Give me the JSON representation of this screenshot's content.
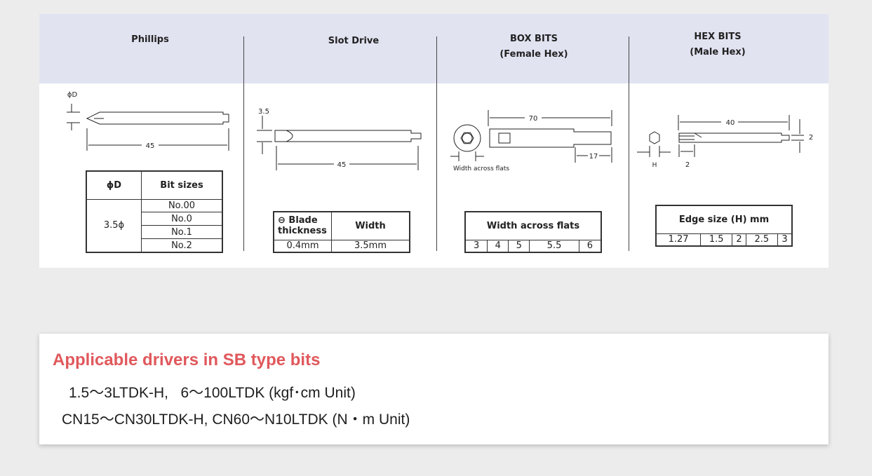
{
  "columns": {
    "phillips": {
      "title": "Phillips",
      "dim_diameter": "ϕD",
      "dim_length": "45",
      "table": {
        "header_diameter": "ϕD",
        "header_sizes": "Bit sizes",
        "diameter_value": "3.5ϕ",
        "sizes": [
          "No.00",
          "No.0",
          "No.1",
          "No.2"
        ]
      }
    },
    "slot": {
      "title": "Slot Drive",
      "dim_height": "3.5",
      "dim_length": "45",
      "table": {
        "header_blade_1": "⊖ Blade",
        "header_blade_2": "thickness",
        "header_width": "Width",
        "blade_value": "0.4mm",
        "width_value": "3.5mm"
      }
    },
    "box": {
      "title_line1": "BOX BITS",
      "title_line2": "(Female Hex)",
      "dim_length": "70",
      "dim_tip": "17",
      "caption": "Width across flats",
      "table": {
        "header": "Width across flats",
        "values": [
          "3",
          "4",
          "5",
          "5.5",
          "6"
        ]
      }
    },
    "hex": {
      "title_line1": "HEX BITS",
      "title_line2": "(Male Hex)",
      "dim_length": "40",
      "dim_right": "2",
      "dim_h": "H",
      "dim_bottom": "2",
      "table": {
        "header": "Edge size (H) mm",
        "values": [
          "1.27",
          "1.5",
          "2",
          "2.5",
          "3"
        ]
      }
    }
  },
  "drivers": {
    "title": "Applicable drivers in SB type bits",
    "line1": "1.5〜3LTDK-H,   6〜100LTDK (kgf･cm Unit)",
    "line2": "CN15〜CN30LTDK-H, CN60〜N10LTDK (N・m Unit)"
  }
}
